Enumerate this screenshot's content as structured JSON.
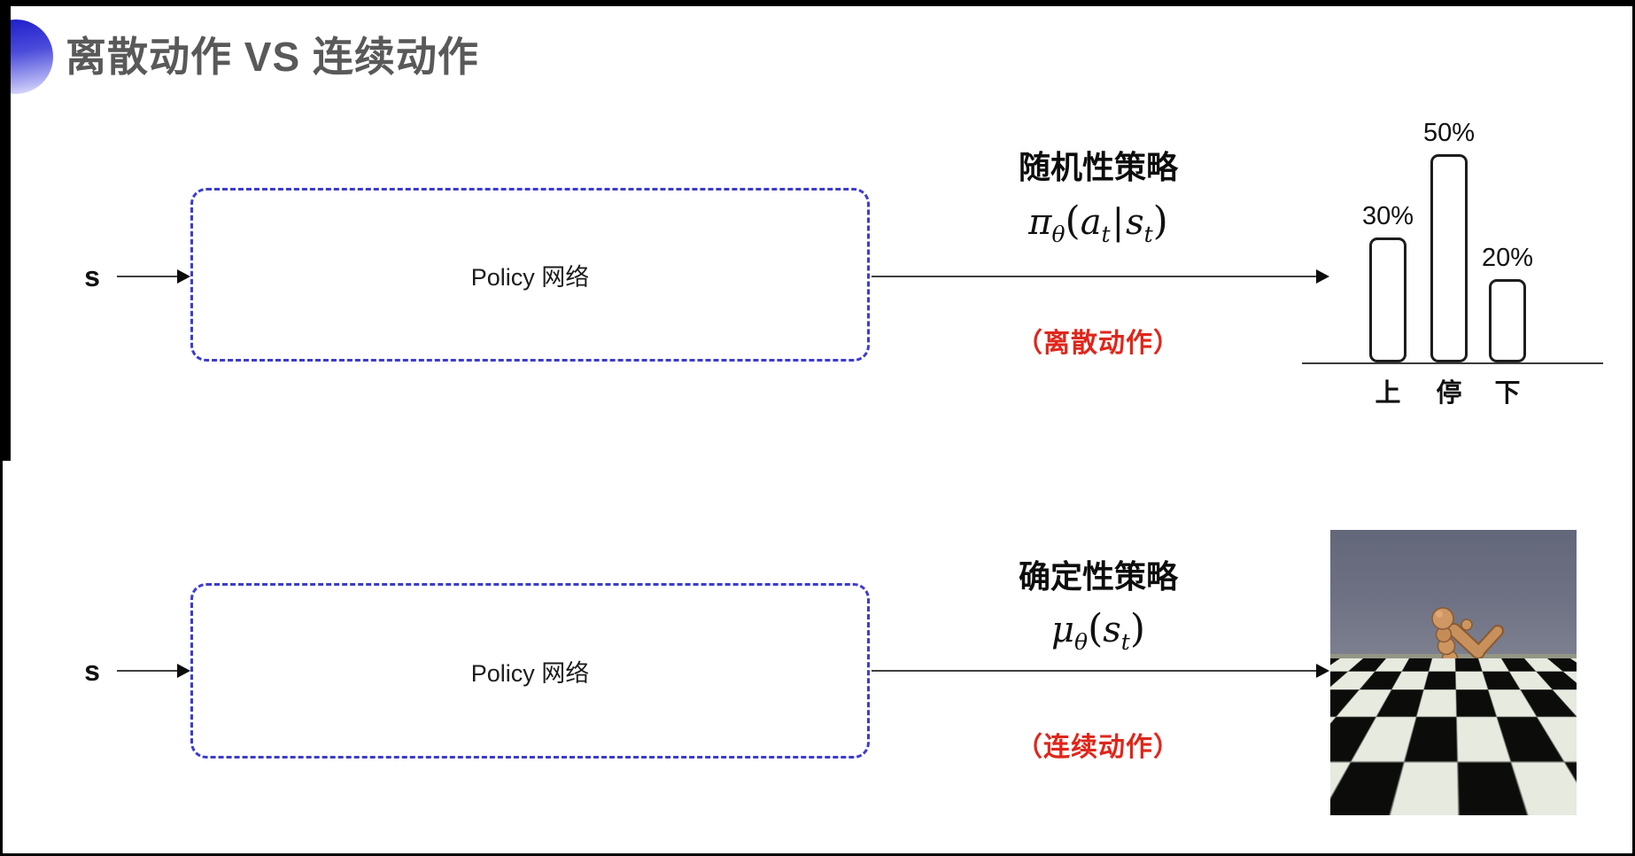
{
  "title": "离散动作 VS 连续动作",
  "colors": {
    "accent_blue": "#3c3ccd",
    "note_red": "#e0261b",
    "title_gray": "#595959",
    "robot_body_tan": "#c8905c"
  },
  "top_section": {
    "input_label": "s",
    "box_label": "Policy 网络",
    "policy_type": "随机性策略",
    "formula": {
      "sym": "π",
      "sym_sub": "θ",
      "open": "(",
      "a1": "a",
      "a1_sub": "t",
      "sep": "|",
      "a2": "s",
      "a2_sub": "t",
      "close": ")"
    },
    "note": "（离散动作）"
  },
  "bottom_section": {
    "input_label": "s",
    "box_label": "Policy 网络",
    "policy_type": "确定性策略",
    "formula": {
      "sym": "μ",
      "sym_sub": "θ",
      "open": "(",
      "a1": "s",
      "a1_sub": "t",
      "close": ")"
    },
    "note": "（连续动作）"
  },
  "chart_data": {
    "type": "bar",
    "categories": [
      "上",
      "停",
      "下"
    ],
    "values": [
      30,
      50,
      20
    ],
    "value_labels": [
      "30%",
      "50%",
      "20%"
    ],
    "title": "",
    "xlabel": "",
    "ylabel": "",
    "ylim": [
      0,
      55
    ],
    "grid": false,
    "legend": false,
    "bar_style": "white fill, black rounded outline, value labels above bars, category labels below baseline"
  },
  "figure": {
    "name": "humanoid-robot-simulation",
    "scene": "tan humanoid running on black-and-white checkerboard floor under gray sky"
  }
}
